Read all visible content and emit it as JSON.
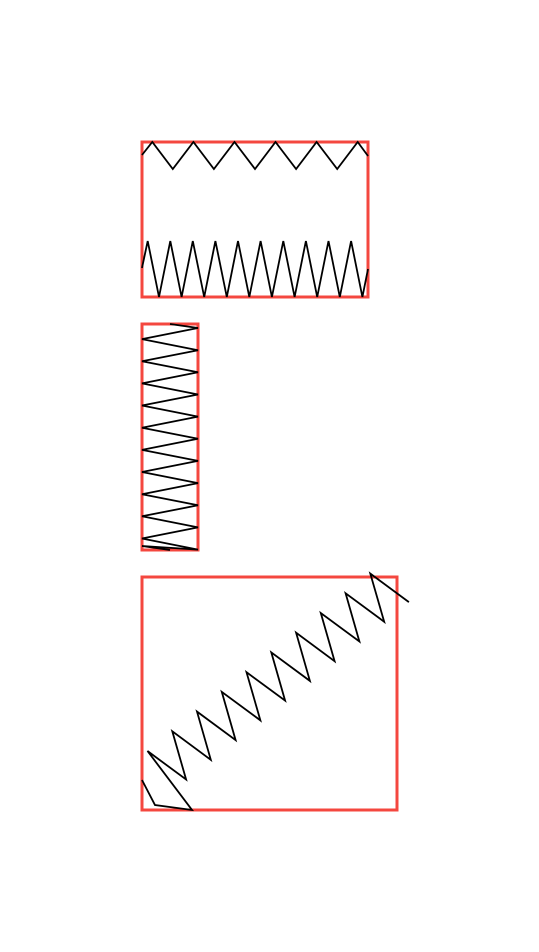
{
  "colors": {
    "background": "#ffffff",
    "frame": "#f4473f",
    "zigzag": "#000000"
  },
  "panels": [
    {
      "name": "top-panel",
      "zigzags": [
        {
          "name": "top-edge-zigzag",
          "teeth": 5
        },
        {
          "name": "bottom-edge-zigzag",
          "teeth": 10
        }
      ]
    },
    {
      "name": "middle-panel",
      "zigzags": [
        {
          "name": "vertical-zigzag",
          "teeth": 10
        }
      ]
    },
    {
      "name": "bottom-panel",
      "zigzags": [
        {
          "name": "diagonal-zigzag",
          "teeth": 10
        }
      ]
    }
  ]
}
